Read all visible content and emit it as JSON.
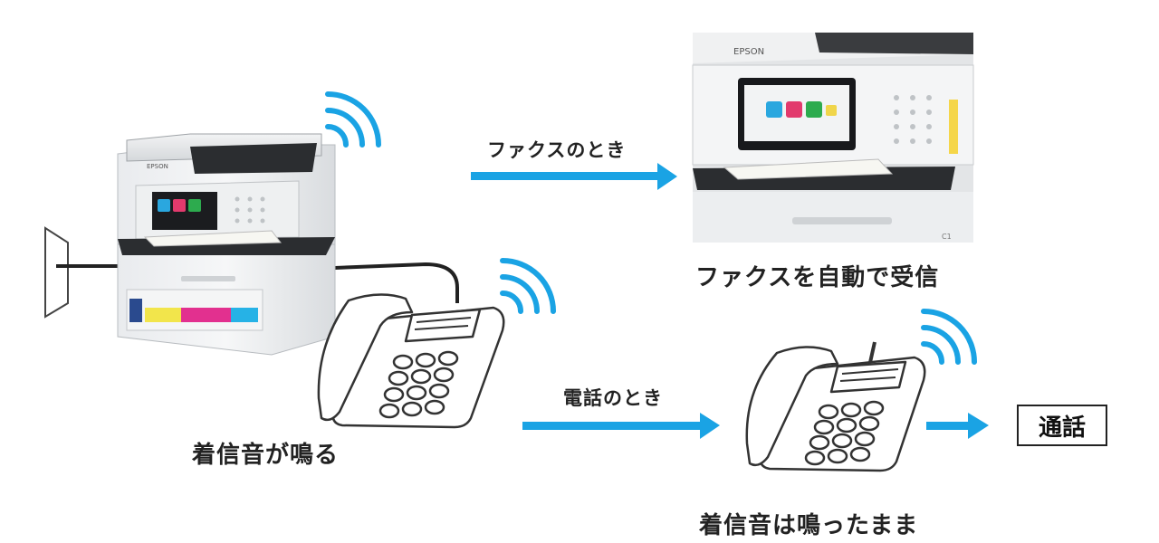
{
  "labels": {
    "fax_case": "ファクスのとき",
    "fax_result": "ファクスを自動で受信",
    "ring": "着信音が鳴る",
    "phone_case": "電話のとき",
    "ring_continues": "着信音は鳴ったまま",
    "call": "通話"
  },
  "printer": {
    "brand": "EPSON",
    "panel_badge": "C1"
  },
  "colors": {
    "arrow": "#1aa3e4",
    "wave": "#1aa3e4",
    "outline": "#333333"
  }
}
